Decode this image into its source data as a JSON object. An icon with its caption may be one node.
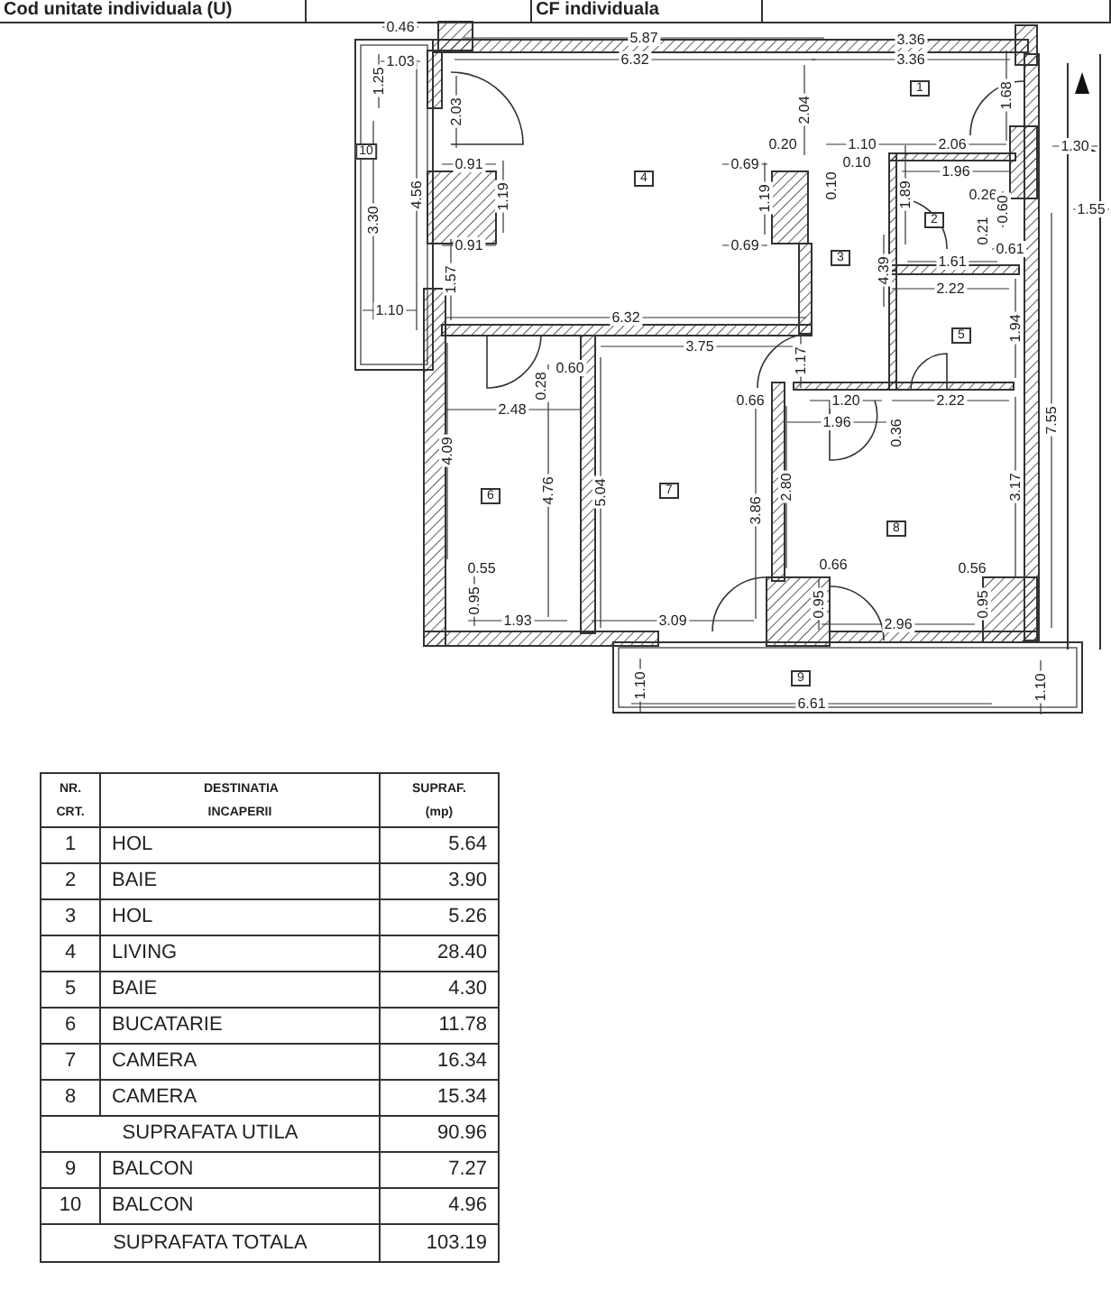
{
  "diagram": {
    "nodes": [
      {
        "text": [
          "1"
        ]
      },
      {
        "text": [
          "2"
        ]
      },
      {
        "text": [
          "3"
        ]
      },
      {
        "text": [
          "4"
        ]
      },
      {
        "text": [
          "5"
        ]
      },
      {
        "text": [
          "6"
        ]
      },
      {
        "text": [
          "7"
        ]
      },
      {
        "text": [
          "8"
        ]
      },
      {
        "text": [
          "9"
        ]
      },
      {
        "text": [
          "10"
        ]
      }
    ],
    "labels": [
      "Cod unitate individuala (U)",
      "CF individuala",
      "0.46",
      "5.87",
      "3.36",
      "1.25",
      "1.03",
      "6.32",
      "3.36",
      "2.03",
      "2.04",
      "1.68",
      "0.20",
      "1.10",
      "2.06",
      "1.30",
      "0.91",
      "0.69",
      "0.10",
      "1.96",
      "3.30",
      "4.56",
      "1.19",
      "1.19",
      "0.10",
      "1.89",
      "0.91",
      "0.69",
      "0.26",
      "0.21",
      "0.60",
      "1.55",
      "0.61",
      "1.57",
      "1.61",
      "4.39",
      "2.22",
      "1.10",
      "6.32",
      "3.75",
      "0.28",
      "0.60",
      "1.17",
      "1.94",
      "2.48",
      "0.66",
      "1.20",
      "2.22",
      "1.96",
      "4.09",
      "0.36",
      "7.55",
      "4.76",
      "5.04",
      "3.86",
      "2.80",
      "3.17",
      "0.55",
      "0.66",
      "0.56",
      "0.95",
      "1.93",
      "3.09",
      "0.95",
      "2.96",
      "0.95",
      "1.10",
      "6.61",
      "1.10",
      "NR. CRT.",
      "DESTINATIA INCAPERII",
      "SUPRAF. (mp)",
      "1",
      "HOL",
      "5.64",
      "2",
      "BAIE",
      "3.90",
      "3",
      "HOL",
      "5.26",
      "4",
      "LIVING",
      "28.40",
      "5",
      "BAIE",
      "4.30",
      "6",
      "BUCATARIE",
      "11.78",
      "7",
      "CAMERA",
      "16.34",
      "8",
      "CAMERA",
      "15.34",
      "SUPRAFATA UTILA",
      "90.96",
      "9",
      "BALCON",
      "7.27",
      "10",
      "BALCON",
      "4.96",
      "SUPRAFATA TOTALA",
      "103.19"
    ]
  }
}
